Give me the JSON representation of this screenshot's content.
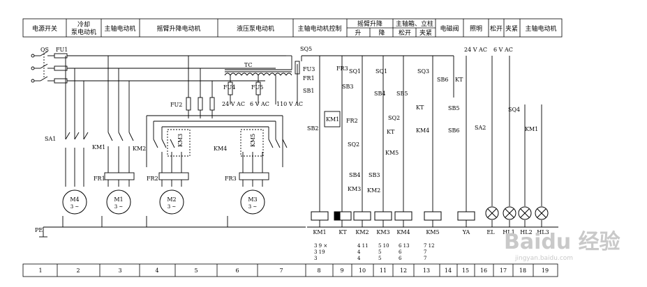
{
  "header": {
    "power_switch": "电源开关",
    "coolant_pump_l1": "冷却",
    "coolant_pump_l2": "泵电动机",
    "spindle_motor": "主轴电动机",
    "arm_lift_motor": "摇臂升降电动机",
    "hydraulic_pump_motor": "液压泵电动机",
    "spindle_control": "主轴电动机控制",
    "arm_lift": "摇臂升降",
    "arm_up": "升",
    "arm_down": "降",
    "column_box": "主轴箱、立柱",
    "release": "松开",
    "clamp": "夹紧",
    "solenoid_valve": "电磁阀",
    "lighting": "照明",
    "release2": "松开",
    "clamp2": "夹紧",
    "spindle_motor2": "主轴电动机"
  },
  "labels": {
    "qs": "QS",
    "fu1": "FU1",
    "sa1": "SA1",
    "km1_contact": "KM1",
    "km2_contact": "KM2",
    "fu2": "FU2",
    "km3": "KM3",
    "km4": "KM4",
    "km5": "KM5",
    "fr1": "FR1",
    "fr2": "FR2",
    "fr3": "FR3",
    "m4": "M4",
    "m1": "M1",
    "m2": "M2",
    "m3": "M3",
    "phase": "3 ~",
    "pe": "PE",
    "tc": "TC",
    "fu4": "FU4",
    "fu5": "FU5",
    "v24": "24 V AC",
    "v6": "6 V AC",
    "v110": "110 V AC",
    "sq5": "SQ5",
    "fu3": "FU3",
    "fr1b": "FR1",
    "sb1": "SB1",
    "sb2": "SB2",
    "km1_coil_lbl": "KM1",
    "fr3b": "FR3",
    "sq1a": "SQ1",
    "sq1b": "SQ1",
    "sb3": "SB3",
    "sb4": "SB4",
    "sb5": "SB5",
    "fr2b": "FR2",
    "sq2a": "SQ2",
    "sq2b": "SQ2",
    "kt_contact": "KT",
    "km5_contact": "KM5",
    "sb4b": "SB4",
    "sb3b": "SB3",
    "km3b": "KM3",
    "km2b": "KM2",
    "sq3": "SQ3",
    "sb6": "SB6",
    "kt2": "KT",
    "kt3": "KT",
    "km4b": "KM4",
    "sb5b": "SB5",
    "sb6b": "SB6",
    "sa2": "SA2",
    "sq4": "SQ4",
    "km1c": "KM1",
    "v24b": "24 V AC",
    "v6b": "6 V AC"
  },
  "coils": {
    "km1": "KM1",
    "kt": "KT",
    "km2": "KM2",
    "km3": "KM3",
    "km4": "KM4",
    "km5": "KM5",
    "ya": "YA",
    "el": "EL",
    "hl1": "HL1",
    "hl2": "HL2",
    "hl3": "HL3"
  },
  "cross_refs": {
    "c8a": "3 9 ×",
    "c8b": "3 19",
    "c8c": "3",
    "c10a": "4 11",
    "c10b": "4",
    "c10c": "4",
    "c11a": "5 10",
    "c11b": "5",
    "c11c": "5",
    "c12a": "6 13",
    "c12b": "6",
    "c12c": "6",
    "c13a": "7 12",
    "c13b": "7",
    "c13c": "7"
  },
  "column_numbers": [
    "1",
    "2",
    "3",
    "4",
    "5",
    "6",
    "7",
    "8",
    "9",
    "10",
    "11",
    "12",
    "13",
    "14",
    "15",
    "16",
    "17",
    "18",
    "19"
  ],
  "watermark": {
    "brand": "Baidu 经验",
    "url": "jingyan.baidu.com"
  }
}
